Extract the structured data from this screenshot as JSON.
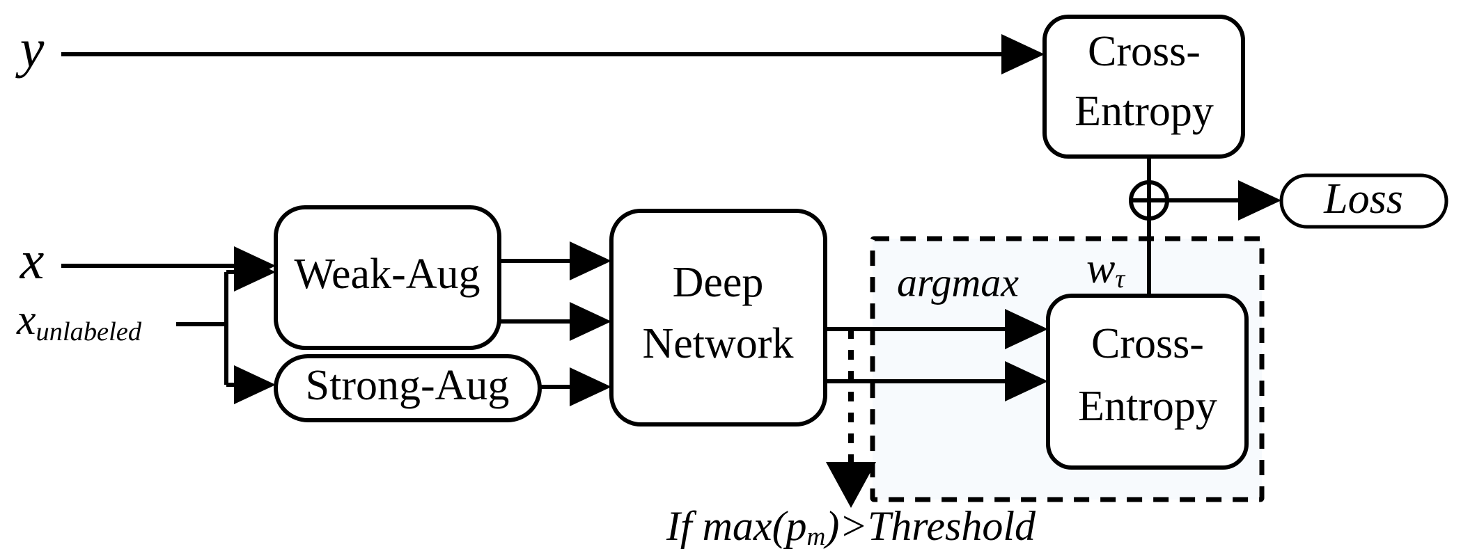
{
  "diagram": {
    "title": "Semi-supervised learning pipeline with weak/strong augmentation and confidence thresholding",
    "inputs": {
      "labeled_target": "y",
      "labeled_input": "x",
      "unlabeled_input_base": "x",
      "unlabeled_input_sub": "unlabeled"
    },
    "nodes": {
      "weak_aug": "Weak-Aug",
      "strong_aug": "Strong-Aug",
      "deep_network_line1": "Deep",
      "deep_network_line2": "Network",
      "cross_entropy_top_line1": "Cross-",
      "cross_entropy_top_line2": "Entropy",
      "cross_entropy_bottom_line1": "Cross-",
      "cross_entropy_bottom_line2": "Entropy",
      "loss": "Loss"
    },
    "annotations": {
      "argmax": "argmax",
      "weight_base": "w",
      "weight_sub": "τ",
      "sum_operator": "⊕",
      "condition_prefix": "If max(p",
      "condition_sub": "m",
      "condition_suffix": ")>Threshold"
    },
    "colors": {
      "stroke": "#000000",
      "background": "#ffffff",
      "dashed_region_fill": "#f7fafd"
    }
  }
}
